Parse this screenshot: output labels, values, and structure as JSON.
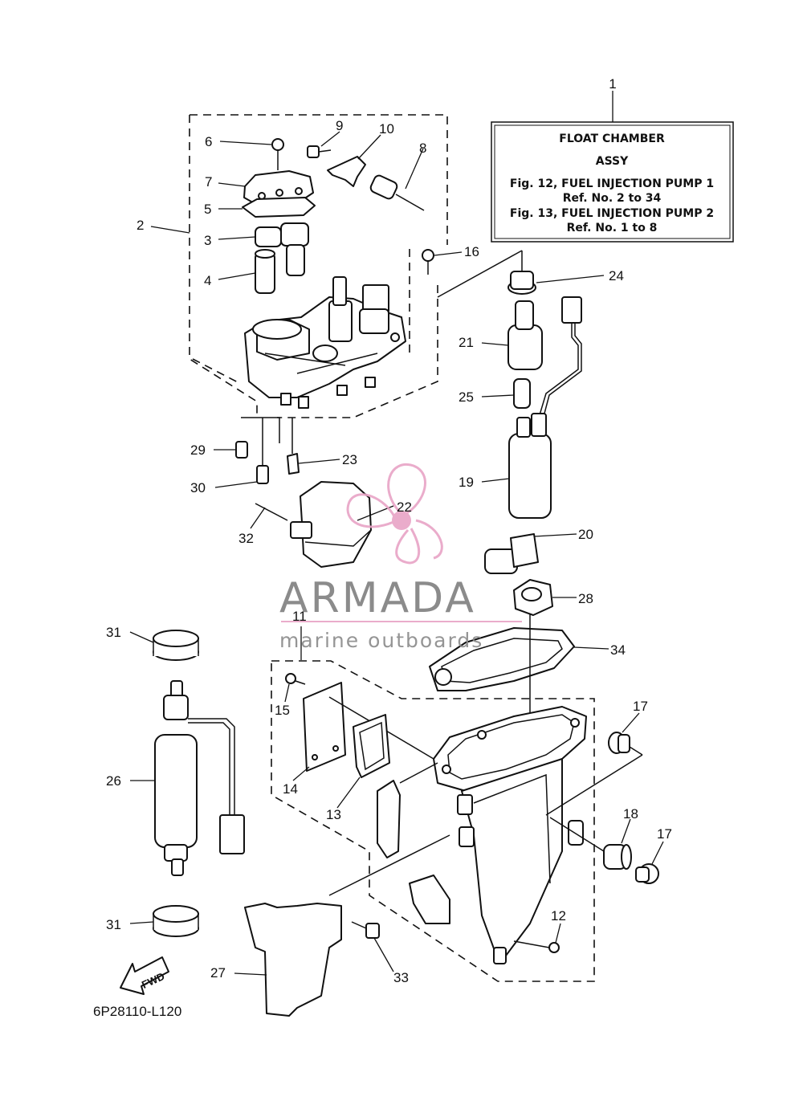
{
  "info_box": {
    "ref_number": "1",
    "line1": "FLOAT CHAMBER",
    "line2": "ASSY",
    "line3": "Fig. 12, FUEL INJECTION PUMP 1",
    "line4": "Ref. No. 2 to 34",
    "line5": "Fig. 13, FUEL INJECTION PUMP 2",
    "line6": "Ref. No. 1 to 8"
  },
  "callouts": {
    "c2": "2",
    "c3": "3",
    "c4": "4",
    "c5": "5",
    "c6": "6",
    "c7": "7",
    "c8": "8",
    "c9": "9",
    "c10": "10",
    "c11": "11",
    "c12": "12",
    "c13": "13",
    "c14": "14",
    "c15": "15",
    "c16": "16",
    "c17a": "17",
    "c17b": "17",
    "c18": "18",
    "c19": "19",
    "c20": "20",
    "c21": "21",
    "c22": "22",
    "c23": "23",
    "c24": "24",
    "c25": "25",
    "c26": "26",
    "c27": "27",
    "c28": "28",
    "c29": "29",
    "c30": "30",
    "c31a": "31",
    "c31b": "31",
    "c32": "32",
    "c33": "33",
    "c34": "34"
  },
  "fwd_label": "FWD",
  "diagram_code": "6P28110-L120",
  "watermark": {
    "brand": "ARMADA",
    "tagline": "marine outboards",
    "pink": "#e8a4c6",
    "gray": "#7f7f7f"
  }
}
